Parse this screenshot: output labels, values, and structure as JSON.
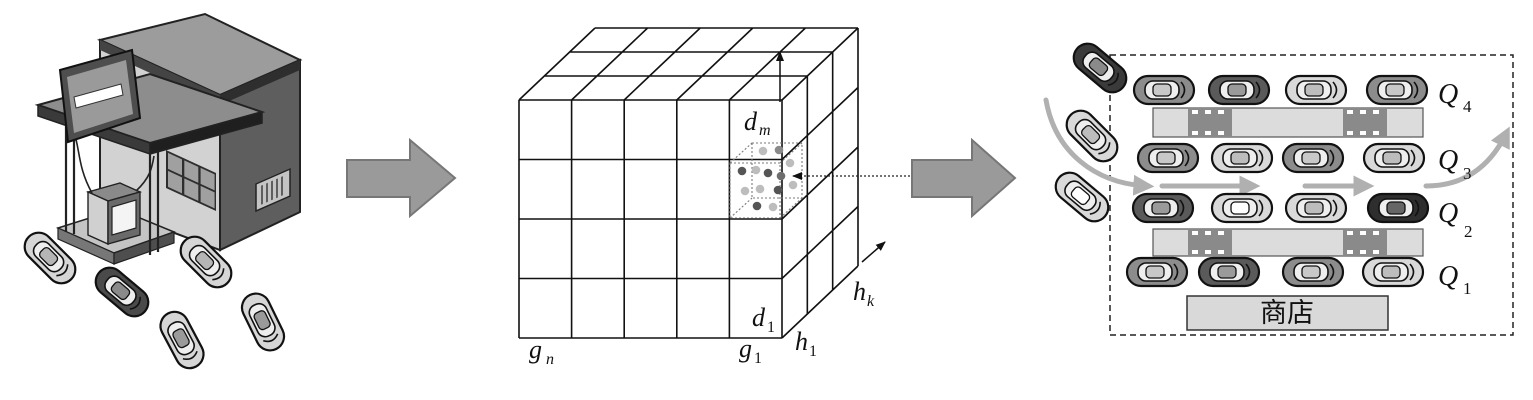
{
  "cube": {
    "labels": {
      "d_m": {
        "base": "d",
        "sub": "m"
      },
      "d_1": {
        "base": "d",
        "sub": "1"
      },
      "g_n": {
        "base": "g",
        "sub": "n"
      },
      "g_1": {
        "base": "g",
        "sub": "1"
      },
      "h_1": {
        "base": "h",
        "sub": "1"
      },
      "h_k": {
        "base": "h",
        "sub": "k"
      }
    }
  },
  "parking": {
    "queues": [
      {
        "base": "Q",
        "sub": "4"
      },
      {
        "base": "Q",
        "sub": "3"
      },
      {
        "base": "Q",
        "sub": "2"
      },
      {
        "base": "Q",
        "sub": "1"
      }
    ],
    "store_label": "商店"
  },
  "icons": [
    "gas-station-icon",
    "car-icon",
    "block-arrow-icon"
  ]
}
